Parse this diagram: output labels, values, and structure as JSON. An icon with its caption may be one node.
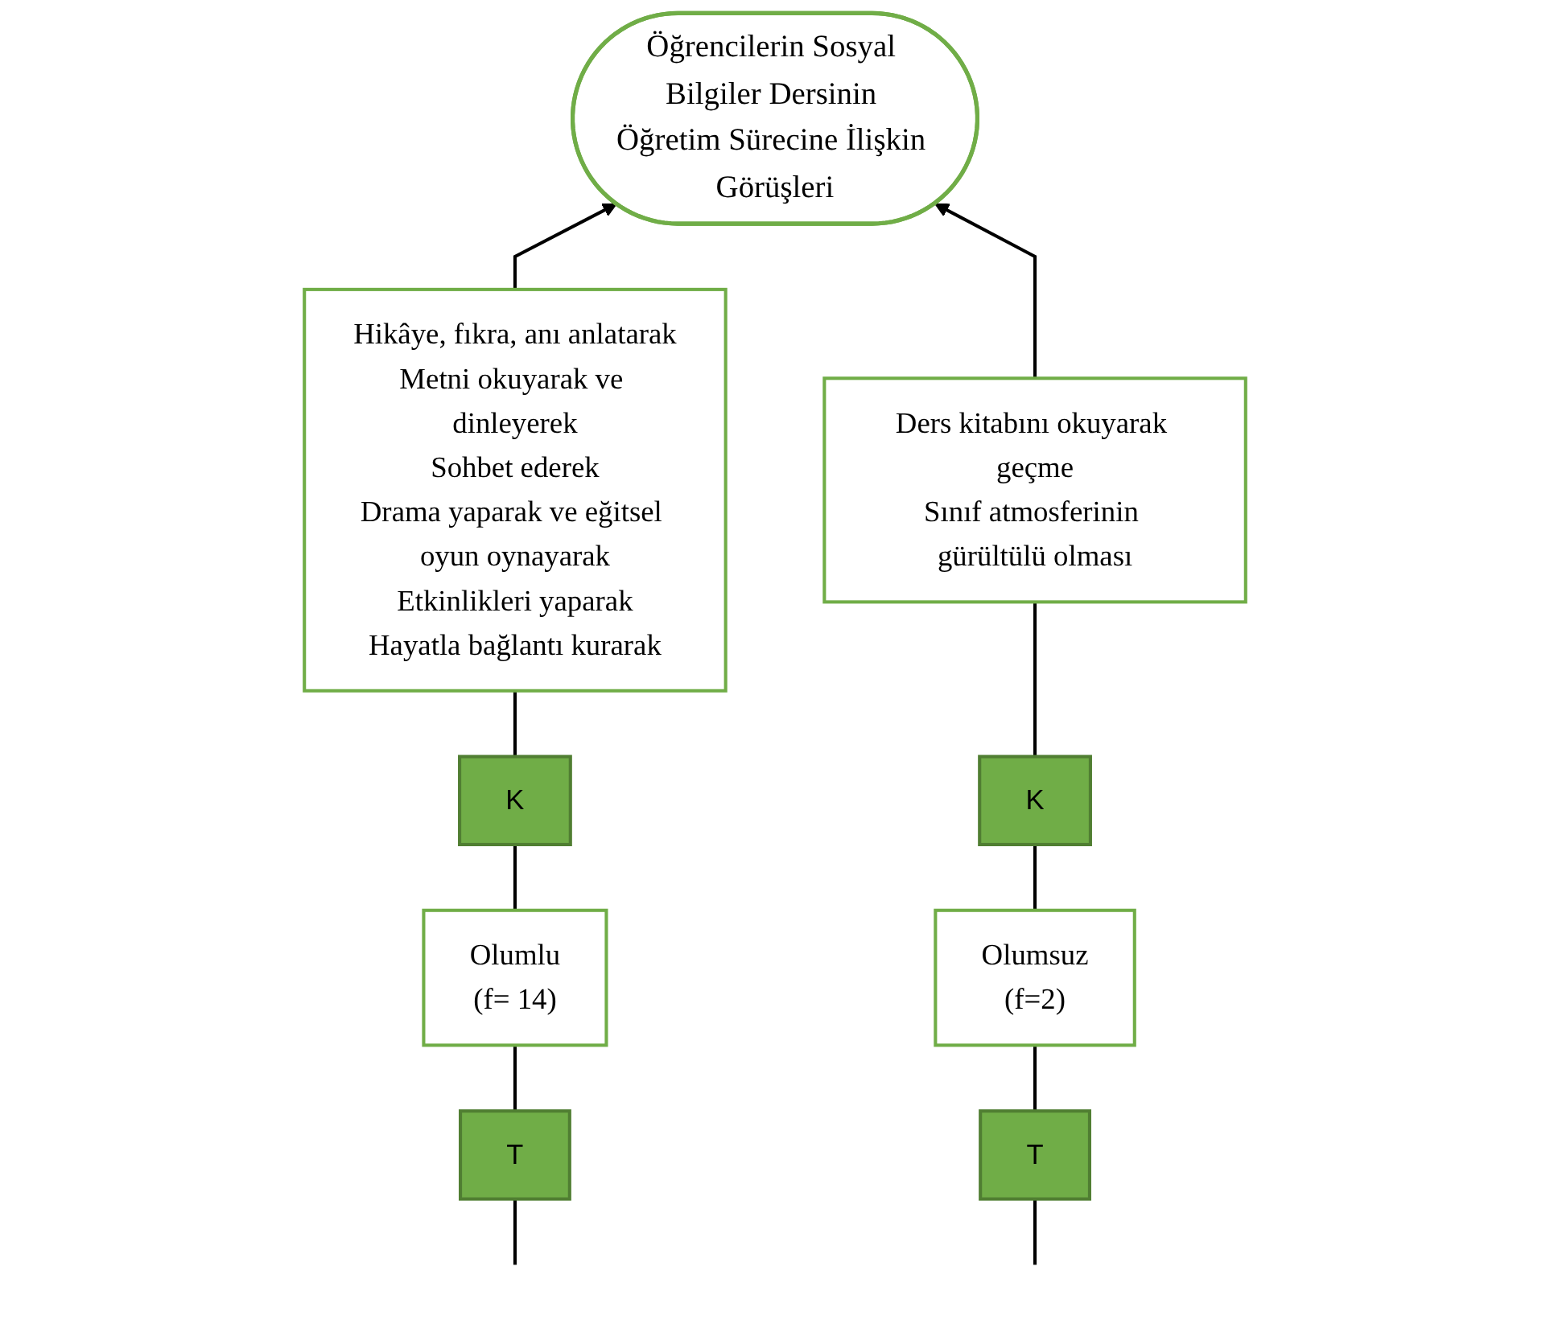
{
  "diagram": {
    "nodes": [
      {
        "text": [
          "Öğrencilerin Sosyal Bilgiler Dersinin Öğretim Sürecine İlişkin Görüşleri"
        ]
      },
      {
        "text": [
          "Hikâye, fıkra, anı anlatarak",
          "Metni okuyarak ve dinleyerek",
          "Sohbet ederek",
          "Drama yaparak ve eğitsel oyun oynayarak",
          "Etkinlikleri yaparak",
          "Hayatla bağlantı kurarak"
        ]
      },
      {
        "text": [
          "Ders kitabını okuyarak geçme",
          "Sınıf atmosferinin gürültülü olması"
        ]
      },
      {
        "text": [
          "K"
        ]
      },
      {
        "text": [
          "Olumlu",
          "(f= 14)"
        ]
      },
      {
        "text": [
          "T"
        ]
      },
      {
        "text": [
          "K"
        ]
      },
      {
        "text": [
          "Olumsuz",
          "(f=2)"
        ]
      },
      {
        "text": [
          "T"
        ]
      }
    ],
    "edges": [
      {
        "from": null,
        "to": 5,
        "arrow": "none"
      },
      {
        "from": 5,
        "to": 4,
        "arrow": "none"
      },
      {
        "from": 4,
        "to": 3,
        "arrow": "none"
      },
      {
        "from": 3,
        "to": 1,
        "arrow": "none"
      },
      {
        "from": 1,
        "to": 0,
        "arrow": "to"
      },
      {
        "from": null,
        "to": 8,
        "arrow": "none"
      },
      {
        "from": 8,
        "to": 7,
        "arrow": "none"
      },
      {
        "from": 7,
        "to": 6,
        "arrow": "none"
      },
      {
        "from": 6,
        "to": 2,
        "arrow": "none"
      },
      {
        "from": 2,
        "to": 0,
        "arrow": "to"
      }
    ]
  }
}
